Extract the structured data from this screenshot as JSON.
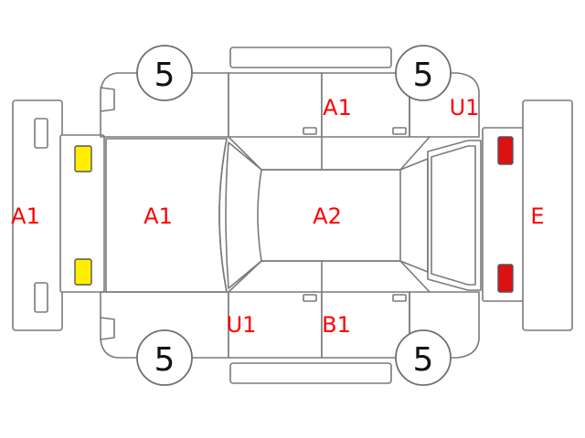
{
  "colors": {
    "outline": "#7a7a7a",
    "code_text": "#ff0000",
    "front_lamps": "#ffee00",
    "rear_lamps": "#dd1111"
  },
  "wheels": {
    "front_left": "5",
    "rear_left": "5",
    "front_right": "5",
    "rear_right": "5"
  },
  "codes": {
    "front_bumper": "A1",
    "hood": "A1",
    "roof": "A2",
    "rear_bumper": "E",
    "right_front_door": "A1",
    "right_rear_fender": "U1",
    "left_front_fender": "U1",
    "left_rear_door": "B1"
  }
}
